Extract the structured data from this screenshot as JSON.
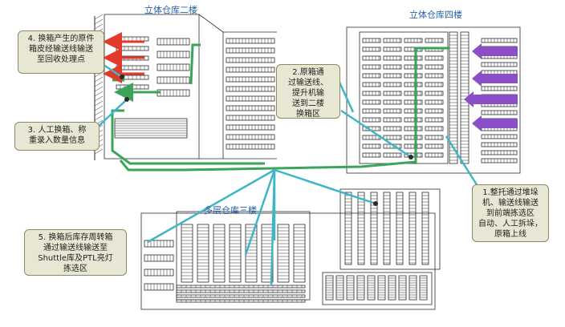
{
  "buildings": {
    "floor2": "立体仓库二楼",
    "floor4": "立体仓库四楼",
    "floor3": "多层仓库三楼"
  },
  "notes": {
    "note1": [
      "1.整托通过堆垛",
      "机、输送线输送",
      "到前端拣选区",
      "自动、人工拆垛，",
      "原箱上线"
    ],
    "note2": [
      "2.原箱通",
      "过输送线、",
      "提升机输",
      "送到二楼",
      "换箱区"
    ],
    "note3": [
      "3. 人工换箱、称",
      "重录入数量信息"
    ],
    "note4": [
      "4. 换箱产生的原件",
      "箱皮经输送线输送",
      "至回收处理点"
    ],
    "note5": [
      "5. 换箱后库存周转箱",
      "通过输送线输送至",
      "Shuttle库及PTL亮灯",
      "拣选区"
    ]
  },
  "colors": {
    "building_label": "#1f5fa8",
    "note_fill": "#e8e7d3",
    "note_border": "#8c8a63",
    "teal_flow": "#3fb5c6",
    "green_flow": "#3aa55a",
    "red_flow": "#e23a2a",
    "purple_flow": "#8a4fc6",
    "blueprint_line": "#2b2b2b"
  }
}
